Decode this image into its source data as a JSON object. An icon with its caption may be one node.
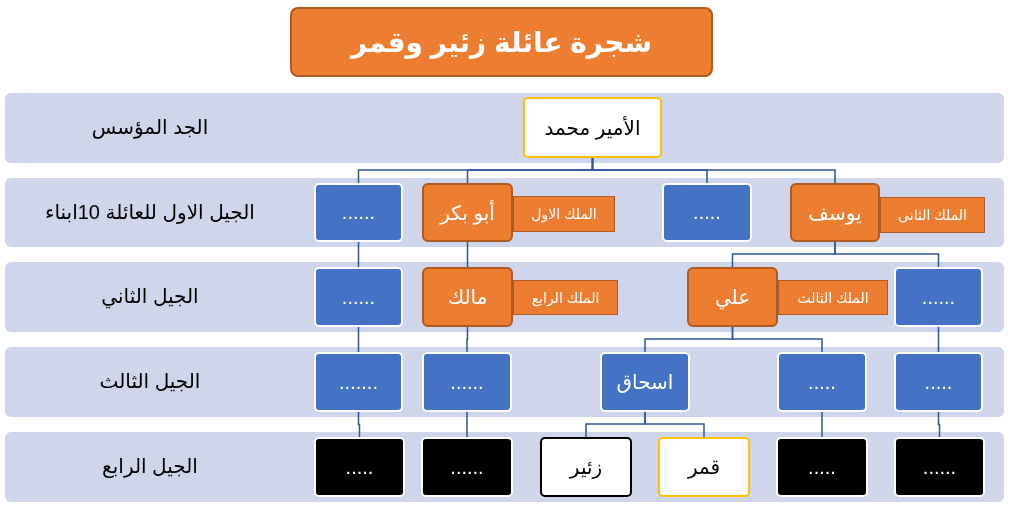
{
  "diagram": {
    "title": "شجرة عائلة زئير وقمر",
    "nodes": [
      {
        "text": [
          "الجد المؤسس"
        ]
      },
      {
        "text": [
          "الأمير محمد"
        ],
        "in": 0
      },
      {
        "text": [
          "الجيل الاول للعائلة 10ابناء"
        ]
      },
      {
        "text": [
          "......"
        ],
        "in": 2
      },
      {
        "text": [
          "أبو بكر"
        ],
        "in": 2
      },
      {
        "text": [
          "الملك الاول"
        ],
        "in": 2
      },
      {
        "text": [
          "....."
        ],
        "in": 2
      },
      {
        "text": [
          "يوسف"
        ],
        "in": 2
      },
      {
        "text": [
          "الملك الثانى"
        ],
        "in": 2
      },
      {
        "text": [
          "الجيل الثاني"
        ]
      },
      {
        "text": [
          "......"
        ],
        "in": 9
      },
      {
        "text": [
          "مالك"
        ],
        "in": 9
      },
      {
        "text": [
          "الملك الرابع"
        ],
        "in": 9
      },
      {
        "text": [
          "علي"
        ],
        "in": 9
      },
      {
        "text": [
          "الملك الثالث"
        ],
        "in": 9
      },
      {
        "text": [
          "......"
        ],
        "in": 9
      },
      {
        "text": [
          "الجيل الثالث"
        ]
      },
      {
        "text": [
          "......."
        ],
        "in": 16
      },
      {
        "text": [
          "......"
        ],
        "in": 16
      },
      {
        "text": [
          "اسحاق"
        ],
        "in": 16
      },
      {
        "text": [
          "....."
        ],
        "in": 16
      },
      {
        "text": [
          "....."
        ],
        "in": 16
      },
      {
        "text": [
          "الجيل الرابع"
        ]
      },
      {
        "text": [
          "....."
        ],
        "in": 22
      },
      {
        "text": [
          "......"
        ],
        "in": 22
      },
      {
        "text": [
          "زئير"
        ],
        "in": 22
      },
      {
        "text": [
          "قمر"
        ],
        "in": 22
      },
      {
        "text": [
          "....."
        ],
        "in": 22
      },
      {
        "text": [
          "......"
        ],
        "in": 22
      }
    ],
    "edges": [
      {
        "from": 1,
        "to": 3,
        "arrow": "none"
      },
      {
        "from": 1,
        "to": 4,
        "arrow": "none"
      },
      {
        "from": 1,
        "to": 6,
        "arrow": "none"
      },
      {
        "from": 1,
        "to": 7,
        "arrow": "none"
      },
      {
        "from": 3,
        "to": 10,
        "arrow": "none"
      },
      {
        "from": 4,
        "to": 11,
        "arrow": "none"
      },
      {
        "from": 7,
        "to": 13,
        "arrow": "none"
      },
      {
        "from": 7,
        "to": 15,
        "arrow": "none"
      },
      {
        "from": 10,
        "to": 17,
        "arrow": "none"
      },
      {
        "from": 11,
        "to": 18,
        "arrow": "none"
      },
      {
        "from": 13,
        "to": 19,
        "arrow": "none"
      },
      {
        "from": 13,
        "to": 20,
        "arrow": "none"
      },
      {
        "from": 15,
        "to": 21,
        "arrow": "none"
      },
      {
        "from": 17,
        "to": 23,
        "arrow": "none"
      },
      {
        "from": 18,
        "to": 24,
        "arrow": "none"
      },
      {
        "from": 19,
        "to": 25,
        "arrow": "none"
      },
      {
        "from": 19,
        "to": 26,
        "arrow": "none"
      },
      {
        "from": 20,
        "to": 27,
        "arrow": "none"
      },
      {
        "from": 21,
        "to": 28,
        "arrow": "none"
      }
    ]
  }
}
